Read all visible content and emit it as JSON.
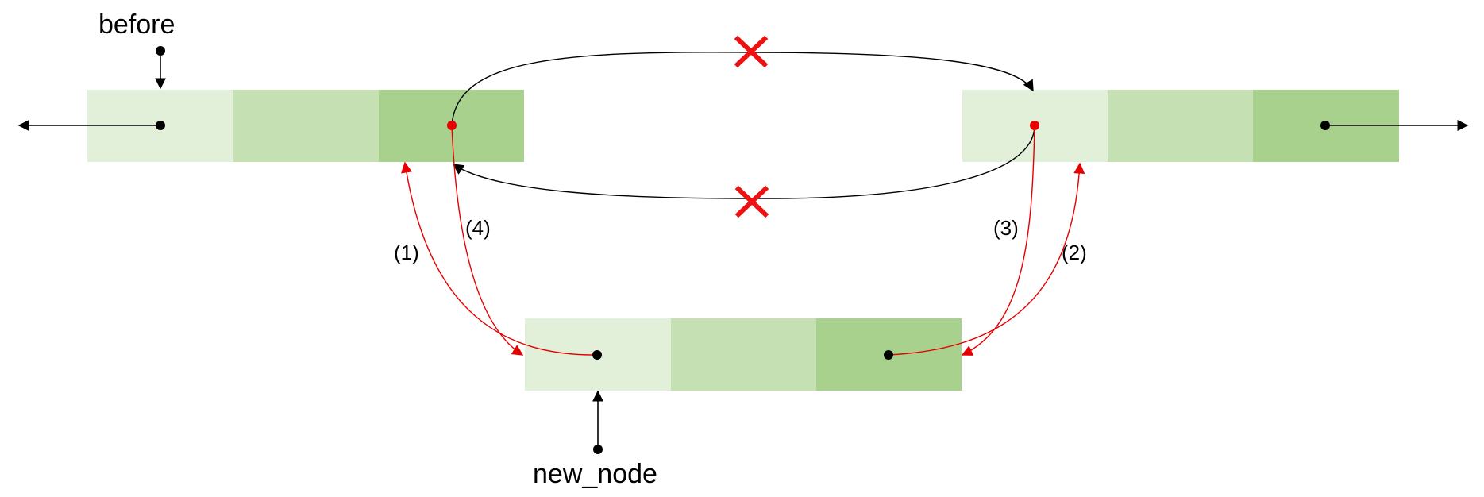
{
  "labels": {
    "before": "before",
    "new_node": "new_node",
    "step1": "(1)",
    "step2": "(2)",
    "step3": "(3)",
    "step4": "(4)"
  },
  "colors": {
    "cell_light": "#e2efd9",
    "cell_mid": "#c5e0b3",
    "cell_dark": "#a8d18d",
    "black": "#000000",
    "red": "#e60000",
    "cross": "#ee1111"
  }
}
